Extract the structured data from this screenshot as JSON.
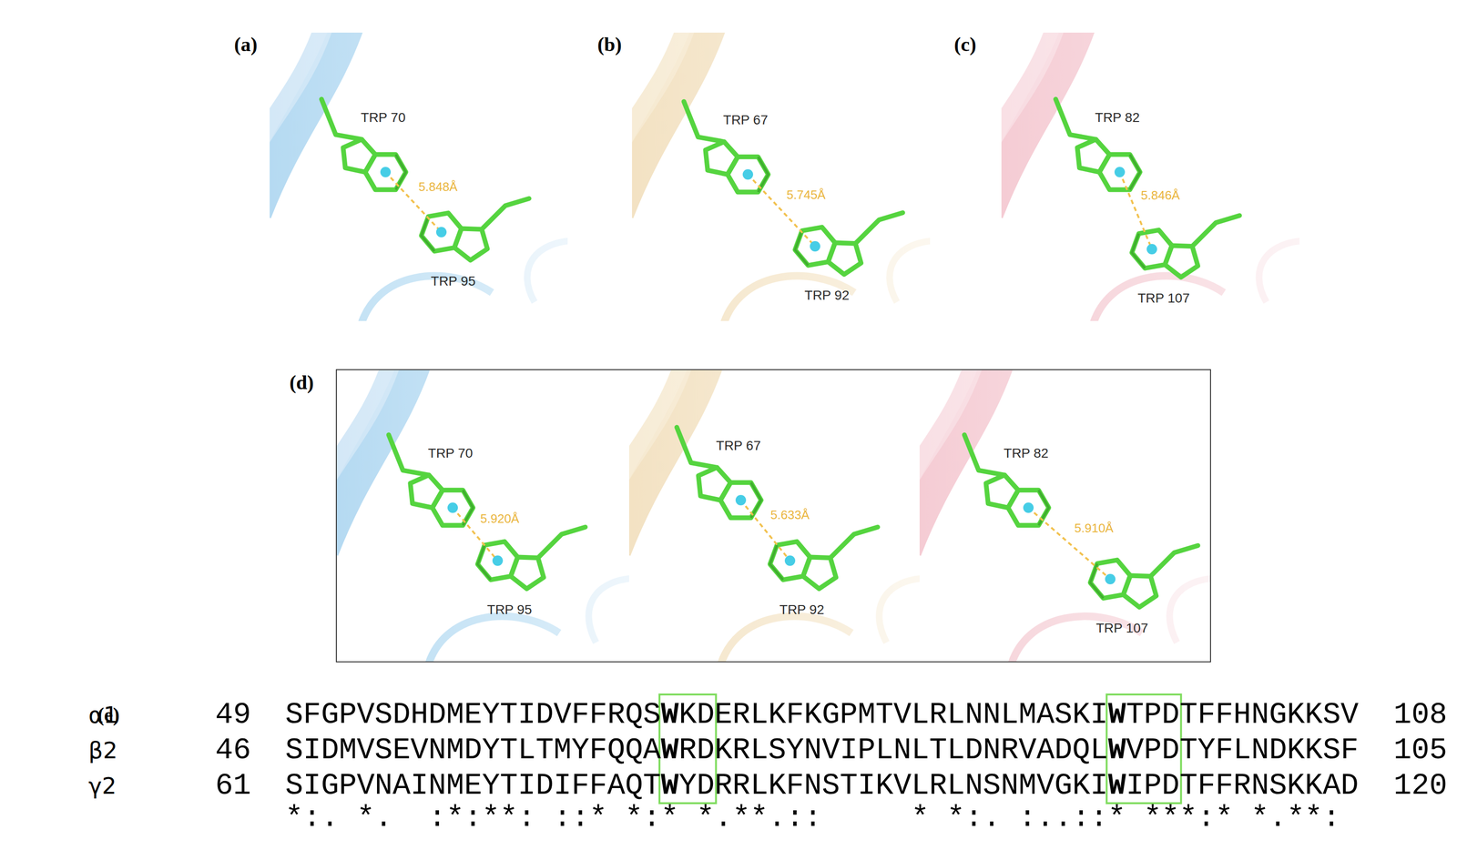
{
  "diagram": {
    "labels": [
      "(a)",
      "TRP 70",
      "5.848Å",
      "TRP 95",
      "(b)",
      "TRP 67",
      "5.745Å",
      "TRP 92",
      "(c)",
      "TRP 82",
      "5.846Å",
      "TRP 107",
      "(d)",
      "TRP 70",
      "5.920Å",
      "TRP 95",
      "TRP 67",
      "5.633Å",
      "TRP 92",
      "TRP 82",
      "5.910Å",
      "TRP 107",
      "(e)",
      "α1",
      "49",
      "SFGPVSDHDMEYTIDVFFRQSWKDERLKFKGPMTVLRLNNLMASKIWTPDTFFHNGKKSV",
      "108",
      "β2",
      "46",
      "SIDMVSEVNMDYTLTMYFQQAWRDKRLSYNVIPLNLTLDNRVADQLWVPDTYFLNDKKSF",
      "105",
      "γ2",
      "61",
      "SIGPVNAINMEYTIDIFFAQTWYDRRLKFNSTIKVLRLNSNMVGKIWIPDTFFRNSKKAD",
      "120",
      "*:. *.  :*:**: ::* *:* *.**.::     * *:. :..::* ***:* *.**:"
    ]
  }
}
